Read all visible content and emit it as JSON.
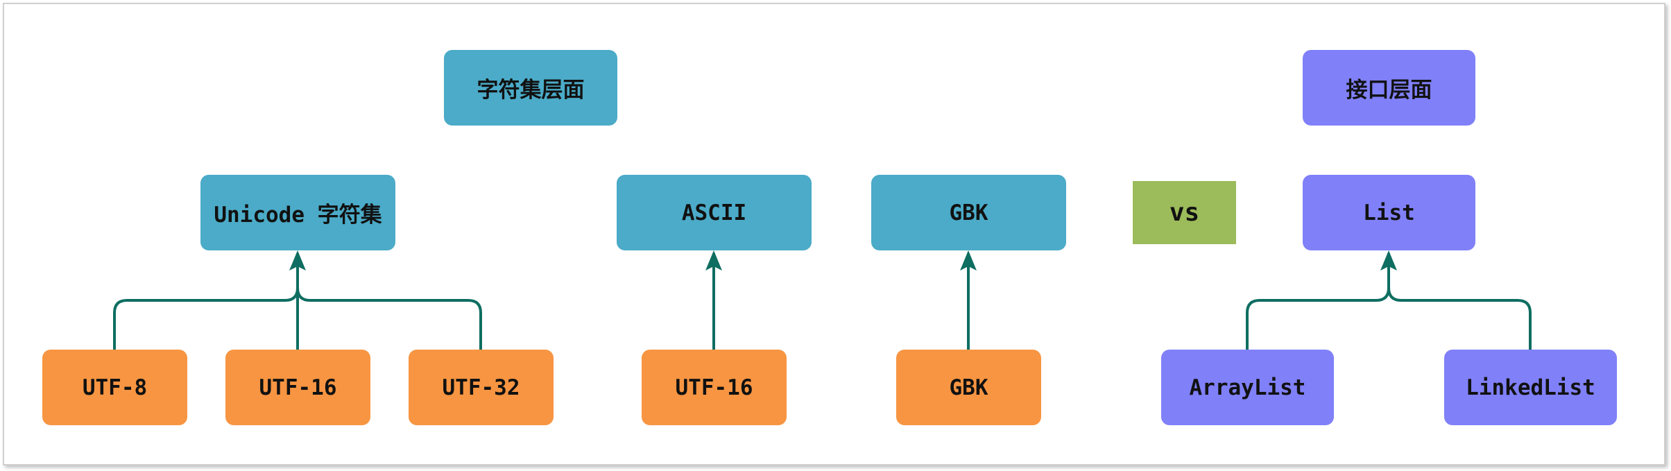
{
  "nodes": {
    "charset_level": "字符集层面",
    "interface_level": "接口层面",
    "unicode": "Unicode 字符集",
    "ascii": "ASCII",
    "gbk_top": "GBK",
    "vs": "vs",
    "list": "List",
    "utf8": "UTF-8",
    "utf16_a": "UTF-16",
    "utf32": "UTF-32",
    "utf16_b": "UTF-16",
    "gbk_bottom": "GBK",
    "arraylist": "ArrayList",
    "linkedlist": "LinkedList"
  },
  "colors": {
    "teal": "#4babc8",
    "orange": "#f79542",
    "purple": "#8080f8",
    "green": "#9cbb5a",
    "connector": "#0e6e61"
  }
}
